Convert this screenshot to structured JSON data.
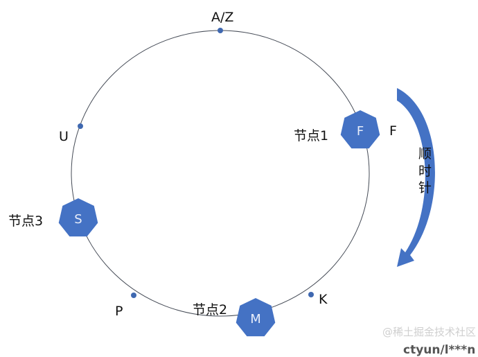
{
  "diagram": {
    "title": "Consistent hashing ring",
    "accent_color": "#4472C4",
    "ring_points": [
      {
        "label": "A/Z"
      },
      {
        "label": "U"
      },
      {
        "label": "P"
      },
      {
        "label": "K"
      },
      {
        "label": "F"
      }
    ],
    "nodes": [
      {
        "name": "节点1",
        "letter": "F"
      },
      {
        "name": "节点2",
        "letter": "M"
      },
      {
        "name": "节点3",
        "letter": "S"
      }
    ],
    "direction_label": [
      "顺",
      "时",
      "针"
    ]
  },
  "watermark": {
    "site": "@稀土掘金技术社区",
    "author": "ctyun/l***n"
  }
}
